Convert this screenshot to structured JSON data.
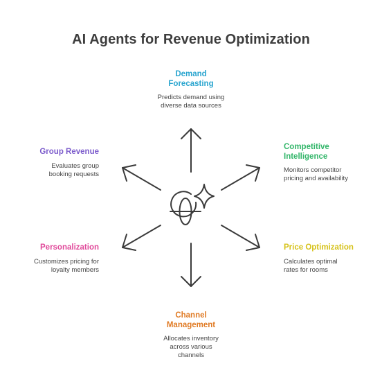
{
  "title": "AI Agents for Revenue Optimization",
  "colors": {
    "demand": "#2aa5cf",
    "competitive": "#33b66a",
    "price": "#d6c21a",
    "channel": "#e07b25",
    "personalization": "#e0499a",
    "group": "#7c5ccc",
    "lines": "#3a3a3a"
  },
  "center_icon": "globe-sparkle-icon",
  "nodes": {
    "demand": {
      "label": "Demand\nForecasting",
      "desc": "Predicts demand using\ndiverse data sources"
    },
    "competitive": {
      "label": "Competitive\nIntelligence",
      "desc": "Monitors competitor\npricing and availability"
    },
    "price": {
      "label": "Price Optimization",
      "desc": "Calculates optimal\nrates for rooms"
    },
    "channel": {
      "label": "Channel\nManagement",
      "desc": "Allocates inventory\nacross various\nchannels"
    },
    "personalization": {
      "label": "Personalization",
      "desc": "Customizes pricing for\nloyalty members"
    },
    "group": {
      "label": "Group Revenue",
      "desc": "Evaluates group\nbooking requests"
    }
  }
}
